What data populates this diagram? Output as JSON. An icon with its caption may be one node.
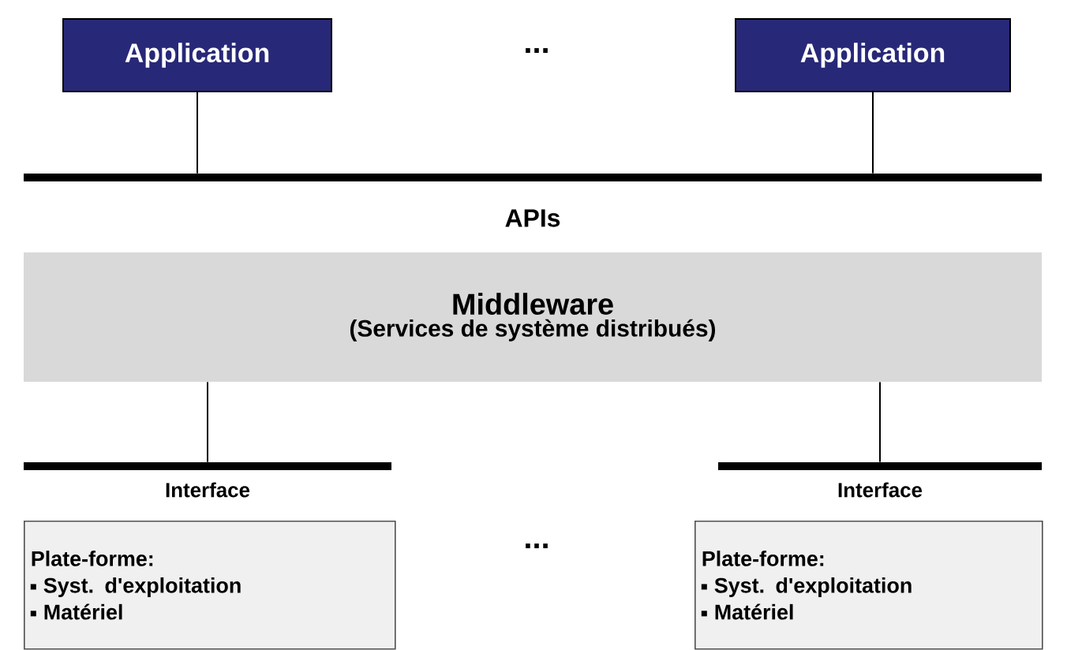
{
  "diagram": {
    "nodes": [
      {
        "text": [
          "Application"
        ]
      },
      {
        "text": [
          "Application"
        ]
      },
      {
        "text": [
          "APIs"
        ]
      },
      {
        "text": [
          "Middleware",
          "(Services de système distribués)"
        ]
      },
      {
        "text": [
          "Interface"
        ]
      },
      {
        "text": [
          "Interface"
        ]
      },
      {
        "text": [
          "Plate-forme:",
          "Syst. d'exploitation",
          "Matériel"
        ]
      },
      {
        "text": [
          "Plate-forme:",
          "Syst. d'exploitation",
          "Matériel"
        ]
      }
    ],
    "edges": [
      {
        "from": 0,
        "to": 2,
        "arrow": "none"
      },
      {
        "from": 1,
        "to": 2,
        "arrow": "none"
      },
      {
        "from": 3,
        "to": 4,
        "arrow": "none"
      },
      {
        "from": 3,
        "to": 5,
        "arrow": "none"
      }
    ],
    "labels": [
      "...",
      "..."
    ]
  }
}
